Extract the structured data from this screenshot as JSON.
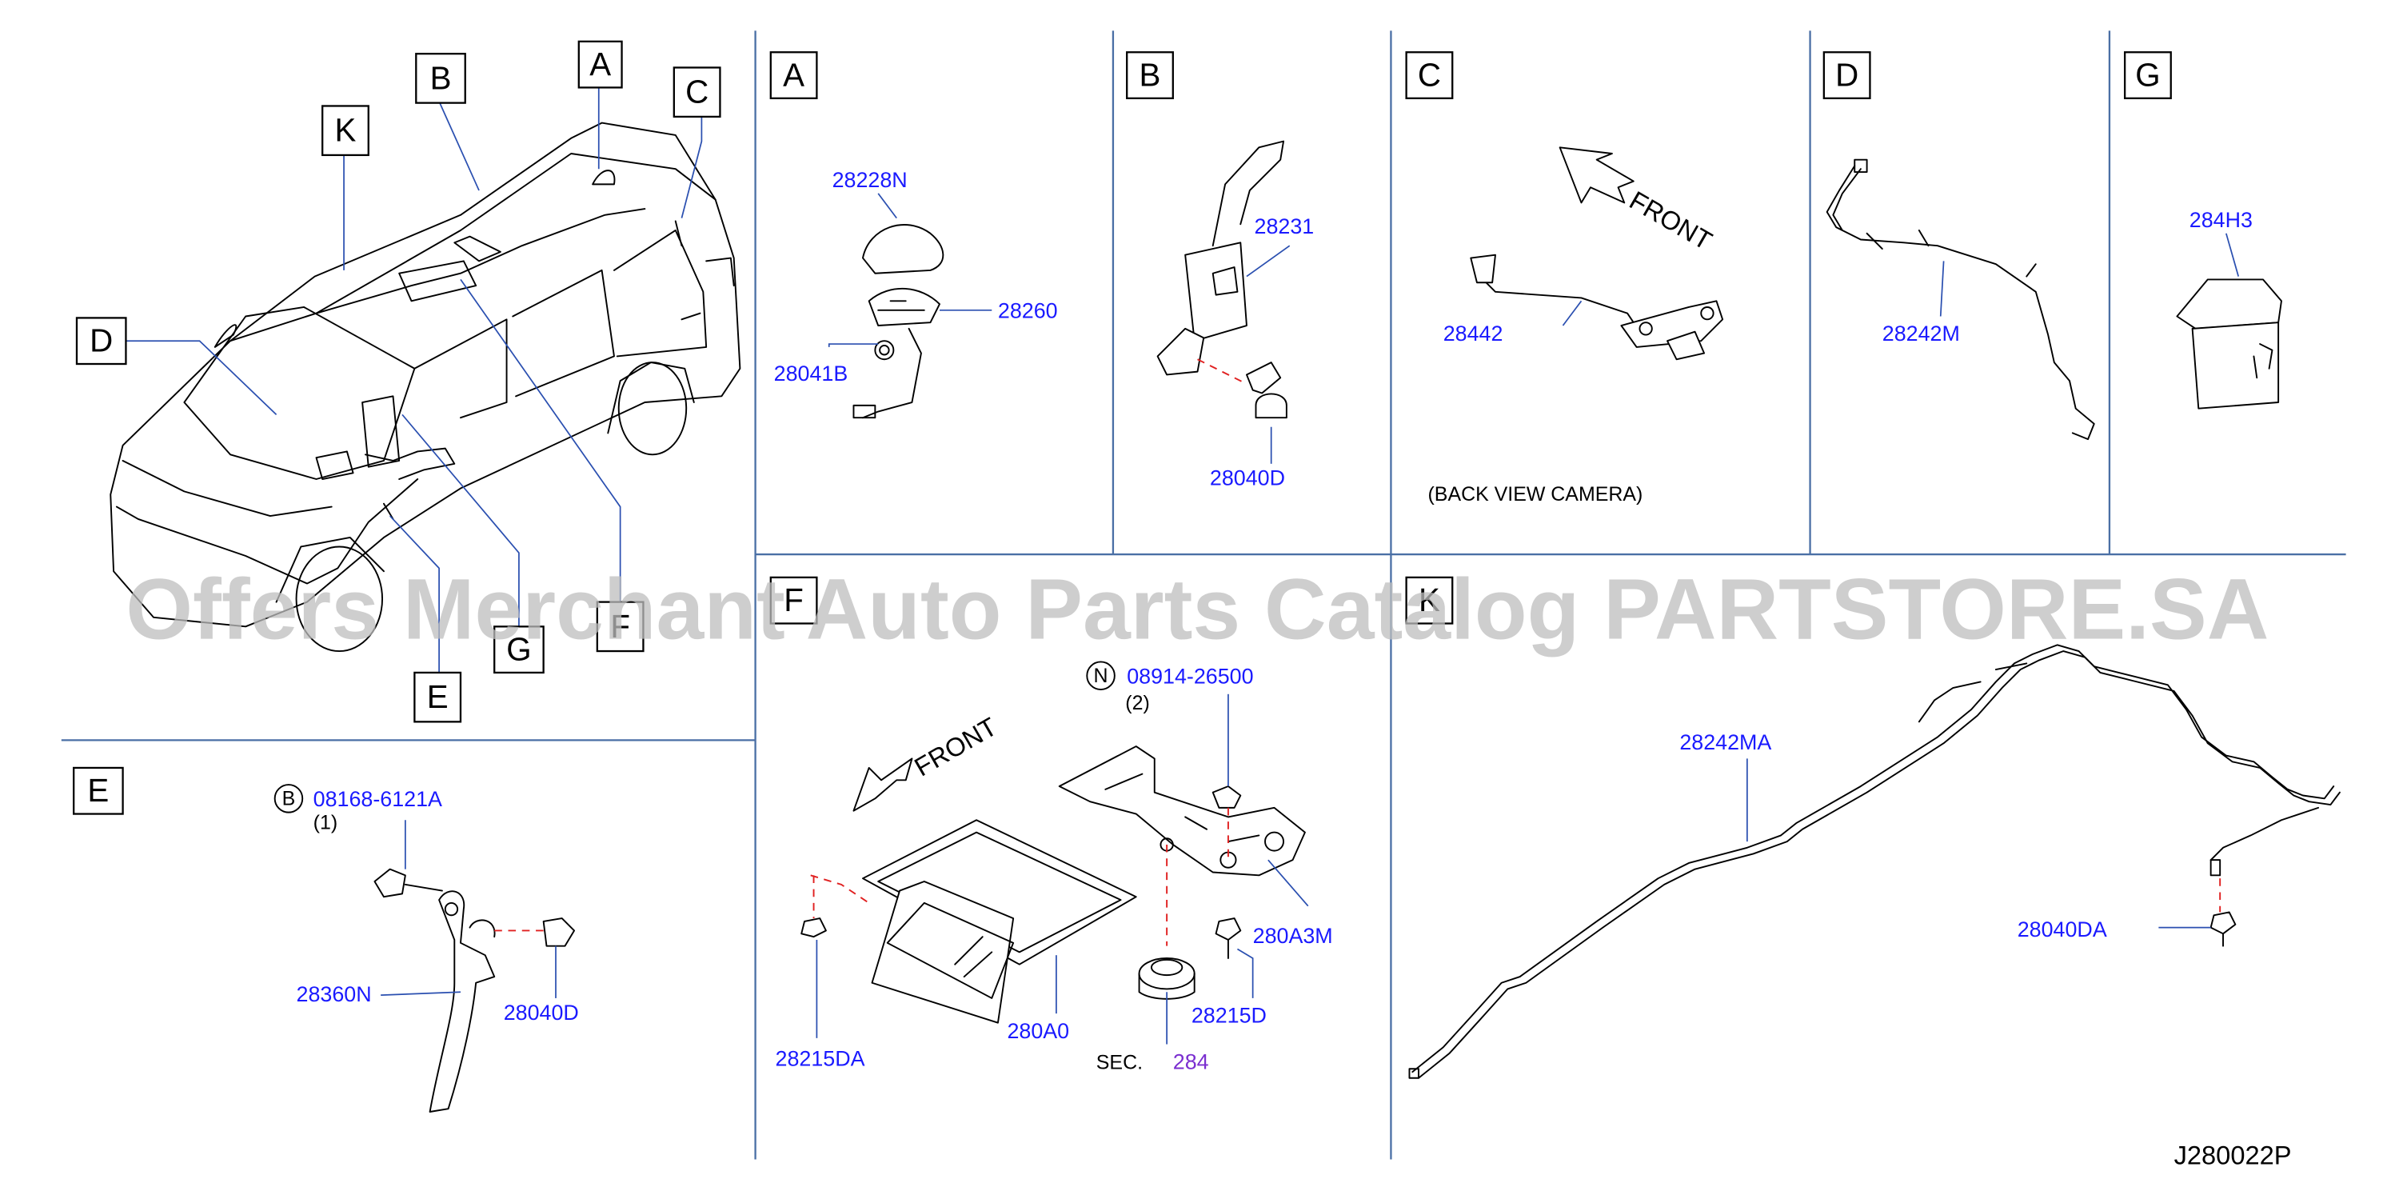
{
  "diagram": {
    "code": "J280022P",
    "watermark": "Offers Merchant Auto Parts Catalog PARTSTORE.SA",
    "overview_labels": [
      "A",
      "B",
      "C",
      "D",
      "E",
      "F",
      "G",
      "K"
    ],
    "panels": {
      "A": {
        "label": "A",
        "parts": [
          "28228N",
          "28260",
          "28041B"
        ]
      },
      "B": {
        "label": "B",
        "parts": [
          "28231",
          "28040D"
        ]
      },
      "C": {
        "label": "C",
        "parts": [
          "28442"
        ],
        "front": "FRONT",
        "note": "(BACK   VIEW   CAMERA)"
      },
      "D": {
        "label": "D",
        "parts": [
          "28242M"
        ]
      },
      "G": {
        "label": "G",
        "parts": [
          "284H3"
        ]
      },
      "E": {
        "label": "E",
        "bolt_symbol": "B",
        "bolt_part": "08168-6121A",
        "bolt_qty": "(1)",
        "parts": [
          "28360N",
          "28040D"
        ]
      },
      "F": {
        "label": "F",
        "nut_symbol": "N",
        "nut_part": "08914-26500",
        "nut_qty": "(2)",
        "front": "FRONT",
        "parts": [
          "280A3M",
          "28215D",
          "280A0",
          "28215DA"
        ],
        "sec_label": "SEC.",
        "sec_ref": "284"
      },
      "K": {
        "label": "K",
        "parts": [
          "28242MA",
          "28040DA"
        ]
      }
    }
  }
}
